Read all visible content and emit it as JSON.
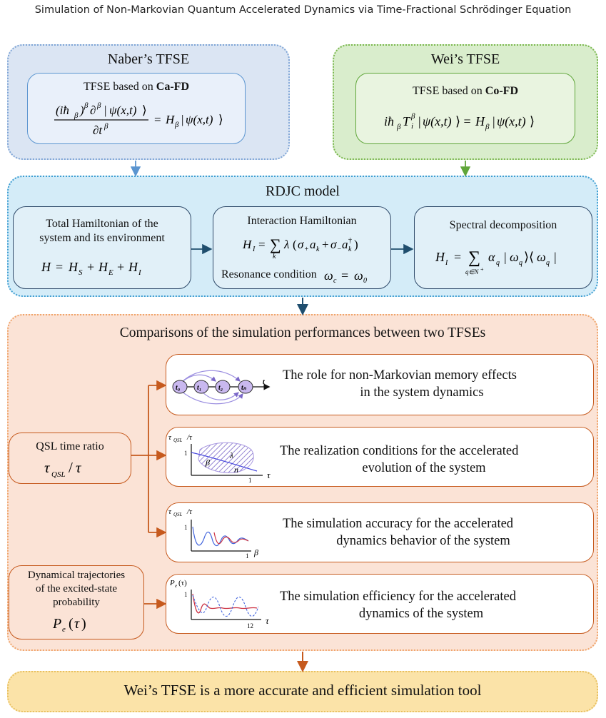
{
  "page": {
    "title": "Simulation of Non-Markovian Quantum Accelerated Dynamics via Time-Fractional Schrödinger Equation"
  },
  "naber": {
    "title": "Naber’s TFSE",
    "subtitle_prefix": "TFSE based on ",
    "subtitle_bold": "Ca-FD"
  },
  "wei": {
    "title": "Wei’s TFSE",
    "subtitle_prefix": "TFSE based on ",
    "subtitle_bold": "Co-FD"
  },
  "rdjc": {
    "title": "RDJC model",
    "box1_line1": "Total Hamiltonian of the",
    "box1_line2": "system and its environment",
    "box2_title": "Interaction Hamiltonian",
    "box2_resonance": "Resonance condition",
    "box3_title": "Spectral decomposition"
  },
  "comparison": {
    "title": "Comparisons of the simulation performances between two TFSEs",
    "qsl_label": "QSL time ratio",
    "traj_line1": "Dynamical trajectories",
    "traj_line2": "of the excited-state",
    "traj_line3": "probability",
    "row1_line1": "The role for non-Markovian memory effects",
    "row1_line2": "in the system dynamics",
    "row2_line1": "The realization conditions for the accelerated",
    "row2_line2": "evolution of the system",
    "row3_line1": "The simulation accuracy for the accelerated",
    "row3_line2": "dynamics behavior of the system",
    "row4_line1": "The simulation efficiency for the accelerated",
    "row4_line2": "dynamics of the system",
    "chart_tick_1": "1",
    "chart_tick_12": "12"
  },
  "conclusion": {
    "text": "Wei’s TFSE is a more accurate and efficient simulation tool"
  },
  "colors": {
    "naber_bg": "#dbe5f3",
    "wei_bg": "#d9edcc",
    "rdjc_bg": "#d4ecf8",
    "comparison_bg": "#fbe3d6",
    "conclusion_bg": "#fbe3a8",
    "orange_line": "#c65a1e",
    "blue_arrow": "#5b95d0",
    "green_arrow": "#60a63a",
    "dark_arrow": "#1f4e6e"
  }
}
